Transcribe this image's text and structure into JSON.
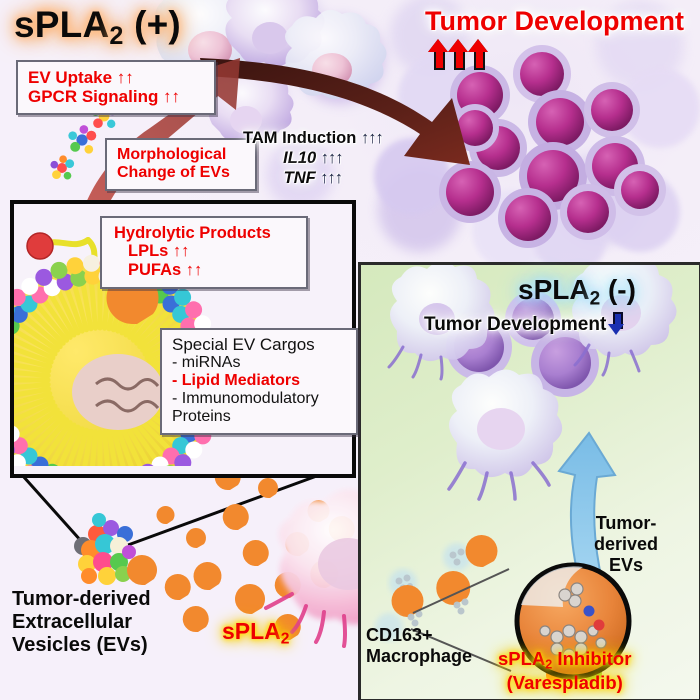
{
  "figure": {
    "title_left": "sPLA2 (+)",
    "title_right": "sPLA2 (-)",
    "background_left_color": "#f4eef8",
    "background_right_color": "#dfeecb"
  },
  "left_panel": {
    "title_main": "sPLA",
    "title_sub": "2",
    "title_tail": " (+)",
    "boxes": [
      {
        "name": "ev-uptake-box",
        "lines": [
          "EV Uptake ↑↑",
          "GPCR Signaling ↑↑"
        ],
        "color": "#ee0000"
      },
      {
        "name": "morphological-change-box",
        "lines": [
          "Morphological",
          "Change of EVs"
        ],
        "color": "#ee0000"
      },
      {
        "name": "hydrolytic-products-box",
        "lines": [
          "Hydrolytic Products",
          "LPLs ↑↑",
          "PUFAs ↑↑"
        ],
        "color": "#ee0000"
      }
    ],
    "ev_uptake_line1": "EV Uptake",
    "ev_uptake_line2": "GPCR Signaling",
    "morph_line1": "Morphological",
    "morph_line2": "Change of EVs",
    "hydrolytic_title": "Hydrolytic Products",
    "hydrolytic_item1": "LPLs",
    "hydrolytic_item2": "PUFAs",
    "cargo_box": {
      "heading": "Special EV Cargos",
      "items": [
        "- miRNAs",
        "- Lipid Mediators",
        "- Immunomodulatory",
        "Proteins"
      ],
      "highlight_item": "- Lipid Mediators",
      "highlight_color": "#ee0000"
    },
    "cargo_item_mirnas": "- miRNAs",
    "cargo_item_lipid": "- Lipid Mediators",
    "cargo_item_immuno": "- Immunomodulatory",
    "cargo_item_proteins": "Proteins",
    "tam": {
      "line1": "TAM Induction",
      "line1_arrows": "↑↑↑",
      "line2": "IL10",
      "line2_arrows": "↑↑↑",
      "line3": "TNF",
      "line3_arrows": "↑↑↑",
      "color": "#17203f"
    },
    "tumor_development": {
      "label": "Tumor Development",
      "arrows": 3,
      "direction": "up",
      "color": "#ee0000"
    },
    "bottom_labels": {
      "ev_label_line1": "Tumor-derived",
      "ev_label_line2": "Extracellular",
      "ev_label_line3": "Vesicles (EVs)",
      "enzyme_label": "sPLA",
      "enzyme_label_sub": "2",
      "enzyme_color": "#ee0000",
      "enzyme_glow": "#ffd400"
    }
  },
  "right_panel": {
    "title_main": "sPLA",
    "title_sub": "2",
    "title_tail": " (-)",
    "tumor_development": {
      "label": "Tumor Development",
      "arrows": 1,
      "direction": "down",
      "color": "#0a0a0a",
      "arrow_color": "#1a2fb0"
    },
    "ev_label_line1": "Tumor-",
    "ev_label_line2": "derived",
    "ev_label_line3": "EVs",
    "macrophage_label_line1": "CD163+",
    "macrophage_label_line2": "Macrophage",
    "inhibitor_line1": "sPLA",
    "inhibitor_line1_sub": "2",
    "inhibitor_line1_tail": " Inhibitor",
    "inhibitor_line2": "(Varespladib)",
    "inhibitor_color": "#ee0000",
    "inhibitor_glow": "#ffd400"
  },
  "icons": {
    "up_arrow": "↑",
    "down_arrow": "↓",
    "ev_cluster": "ev-cluster-icon",
    "spla2_enzyme": "spla2-enzyme-icon",
    "tumor_cell": "tumor-cell-icon",
    "macrophage": "macrophage-icon",
    "inhibitor_molecule": "inhibitor-molecule-icon"
  }
}
